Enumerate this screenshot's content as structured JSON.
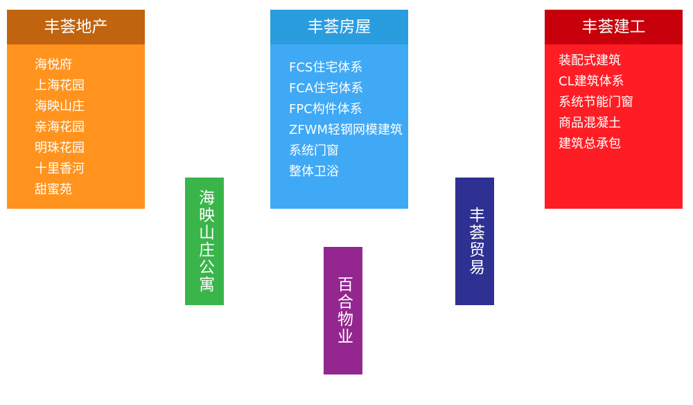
{
  "cards": {
    "dichan": {
      "title": "丰荟地产",
      "items": [
        "海悦府",
        "上海花园",
        "海映山庄",
        "亲海花园",
        "明珠花园",
        "十里香河",
        "甜蜜苑"
      ]
    },
    "fangwu": {
      "title": "丰荟房屋",
      "items": [
        "FCS住宅体系",
        "FCA住宅体系",
        "FPC构件体系",
        "ZFWM轻钢网模建筑",
        "系统门窗",
        "整体卫浴"
      ]
    },
    "jiangong": {
      "title": "丰荟建工",
      "items": [
        "装配式建筑",
        "CL建筑体系",
        "系统节能门窗",
        "商品混凝土",
        "建筑总承包"
      ]
    }
  },
  "boxes": {
    "gongyu": "海映山庄公寓",
    "wuye": "百合物业",
    "maoyi": "丰荟贸易"
  },
  "colors": {
    "dichan_header": "#c0640f",
    "dichan_body": "#ff931e",
    "fangwu_header": "#2a9ddf",
    "fangwu_body": "#3fa9f5",
    "jiangong_header": "#c7000b",
    "jiangong_body": "#ff1d25",
    "gongyu": "#39b54a",
    "wuye": "#93278f",
    "maoyi": "#2e3192"
  }
}
